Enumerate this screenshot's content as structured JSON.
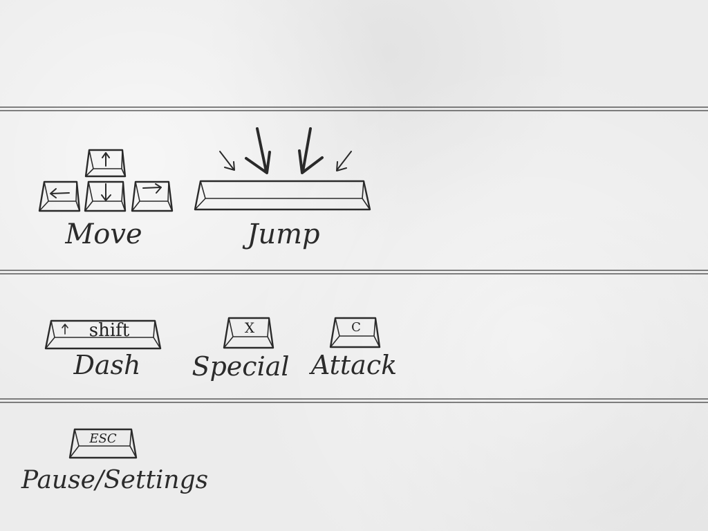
{
  "sections": {
    "movement": {
      "move_label": "Move",
      "jump_label": "Jump",
      "keys": {
        "up": "up-arrow-icon",
        "left": "left-arrow-icon",
        "down": "down-arrow-icon",
        "right": "right-arrow-icon",
        "jump": "spacebar"
      }
    },
    "actions": {
      "dash_label": "Dash",
      "dash_key": "shift",
      "special_label": "Special",
      "special_key": "X",
      "attack_label": "Attack",
      "attack_key": "C"
    },
    "system": {
      "pause_label": "Pause/Settings",
      "pause_key": "ESC"
    }
  },
  "colors": {
    "background": "#ececec",
    "ink": "#2a2a2a",
    "divider": "#3a3a3a"
  }
}
